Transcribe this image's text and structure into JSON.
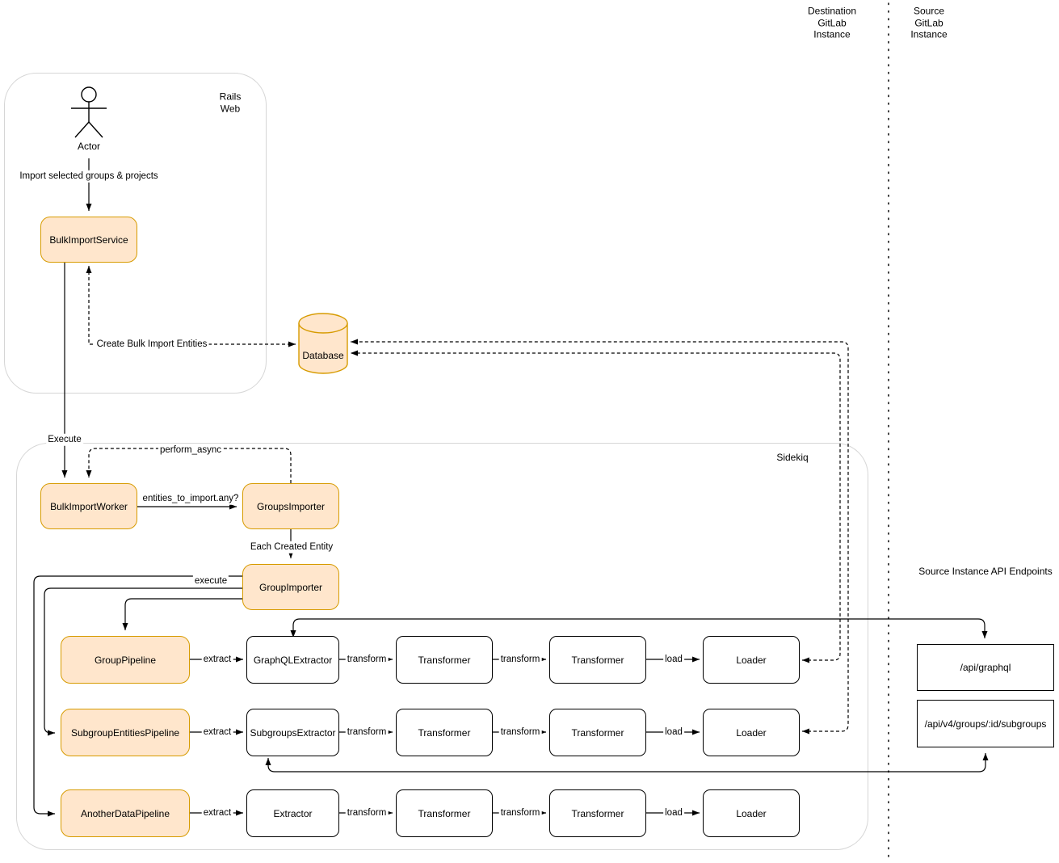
{
  "lanes": {
    "destination": "Destination\nGitLab\nInstance",
    "source": "Source\nGitLab\nInstance"
  },
  "containers": {
    "rails_web": "Rails\nWeb",
    "sidekiq": "Sidekiq"
  },
  "actor": {
    "label": "Actor"
  },
  "nodes": {
    "bulk_import_service": "BulkImportService",
    "database": "Database",
    "bulk_import_worker": "BulkImportWorker",
    "groups_importer": "GroupsImporter",
    "group_importer": "GroupImporter"
  },
  "edges": {
    "import_selected": "Import selected groups & projects",
    "create_entities": "Create Bulk Import Entities",
    "execute": "Execute",
    "perform_async": "perform_async",
    "entities_to_import": "entities_to_import.any?",
    "each_created_entity": "Each Created Entity",
    "pipeline_execute": "execute",
    "extract": "extract",
    "transform": "transform",
    "load": "load"
  },
  "pipelines": [
    {
      "pipeline": "GroupPipeline",
      "extractor": "GraphQLExtractor",
      "transformer1": "Transformer",
      "transformer2": "Transformer",
      "loader": "Loader"
    },
    {
      "pipeline": "SubgroupEntitiesPipeline",
      "extractor": "SubgroupsExtractor",
      "transformer1": "Transformer",
      "transformer2": "Transformer",
      "loader": "Loader"
    },
    {
      "pipeline": "AnotherDataPipeline",
      "extractor": "Extractor",
      "transformer1": "Transformer",
      "transformer2": "Transformer",
      "loader": "Loader"
    }
  ],
  "api": {
    "title": "Source Instance API Endpoints",
    "endpoints": [
      "/api/graphql",
      "/api/v4/groups/:id/subgroups"
    ]
  },
  "colors": {
    "accent_fill": "#ffe6cc",
    "accent_stroke": "#d79b00",
    "node_stroke": "#000000",
    "container_stroke": "#d6d6d6"
  }
}
